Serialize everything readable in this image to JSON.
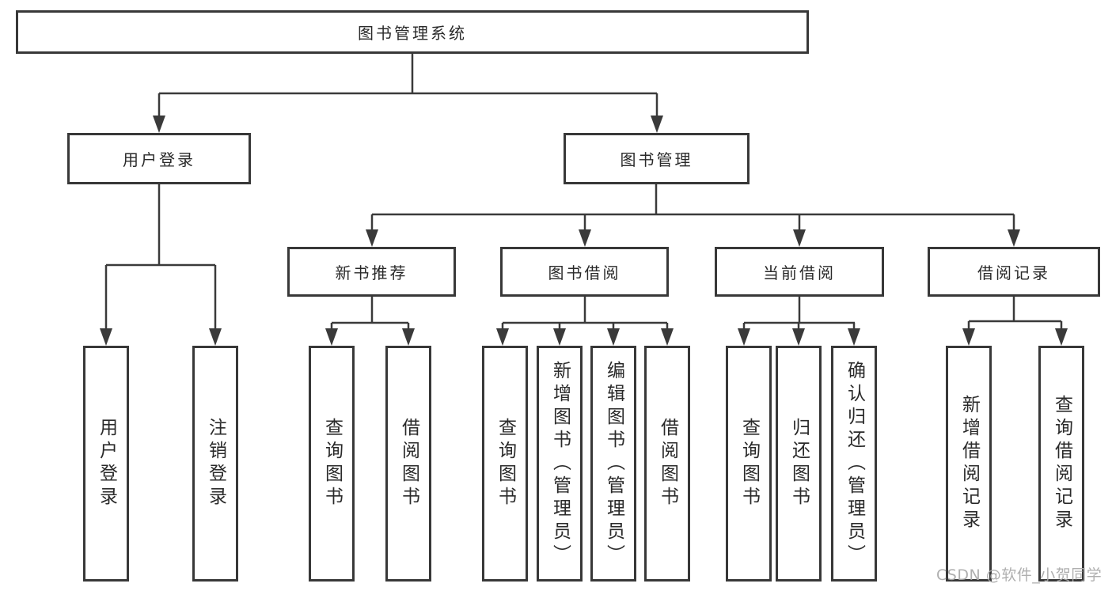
{
  "colors": {
    "background": "#ffffff",
    "line": "#3a3a3a",
    "box_border": "#383838",
    "text": "#2a2a2a",
    "watermark_text": "#a9a9a9"
  },
  "diagram": {
    "root": {
      "label": "图书管理系统"
    },
    "level2": {
      "user_login": {
        "label": "用户登录",
        "children": [
          "用户登录",
          "注销登录"
        ]
      },
      "book_management": {
        "label": "图书管理"
      }
    },
    "level3": {
      "new_book_recommend": {
        "label": "新书推荐",
        "children": [
          "查询图书",
          "借阅图书"
        ]
      },
      "book_borrow": {
        "label": "图书借阅",
        "children": [
          "查询图书",
          "新增图书（管理员）",
          "编辑图书（管理员）",
          "借阅图书"
        ]
      },
      "current_borrow": {
        "label": "当前借阅",
        "children": [
          "查询图书",
          "归还图书",
          "确认归还（管理员）"
        ]
      },
      "borrow_records": {
        "label": "借阅记录",
        "children": [
          "新增借阅记录",
          "查询借阅记录"
        ]
      }
    },
    "watermark": "CSDN @软件_小贺同学"
  }
}
